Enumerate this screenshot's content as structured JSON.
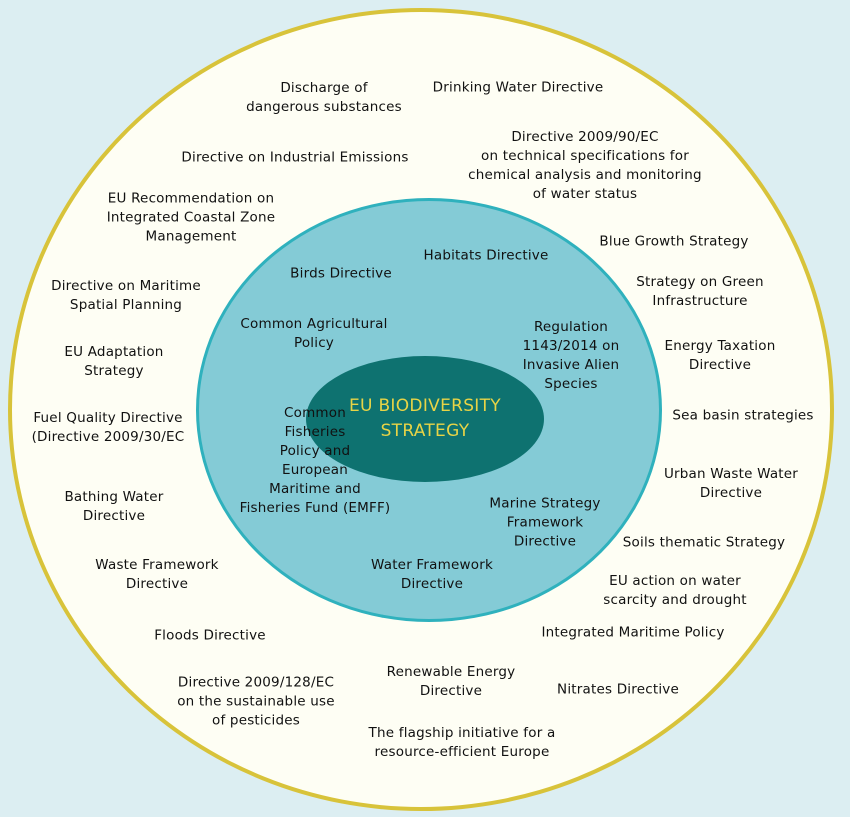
{
  "center": {
    "lines": [
      "EU BIODIVERSITY",
      "STRATEGY"
    ],
    "text_color": "#e8d446",
    "fill": "#0e7270"
  },
  "inner_ring": {
    "fill": "#84cbd6",
    "border": "#2fb1bd",
    "items": [
      {
        "lines": [
          "Birds Directive"
        ]
      },
      {
        "lines": [
          "Habitats Directive"
        ]
      },
      {
        "lines": [
          "Common Agricultural",
          "Policy"
        ]
      },
      {
        "lines": [
          "Regulation",
          "1143/2014 on",
          "Invasive Alien",
          "Species"
        ]
      },
      {
        "lines": [
          "Common",
          "Fisheries",
          "Policy and",
          "European",
          "Maritime and",
          "Fisheries Fund (EMFF)"
        ]
      },
      {
        "lines": [
          "Marine Strategy",
          "Framework",
          "Directive"
        ]
      },
      {
        "lines": [
          "Water Framework",
          "Directive"
        ]
      }
    ]
  },
  "outer_ring": {
    "fill": "#fefef4",
    "border": "#d8c33a",
    "items": [
      {
        "lines": [
          "Discharge of",
          "dangerous substances"
        ]
      },
      {
        "lines": [
          "Drinking Water Directive"
        ]
      },
      {
        "lines": [
          "Directive on Industrial Emissions"
        ]
      },
      {
        "lines": [
          "Directive 2009/90/EC",
          "on technical specifications for",
          "chemical analysis and monitoring",
          "of water status"
        ]
      },
      {
        "lines": [
          "EU Recommendation on",
          "Integrated Coastal Zone",
          "Management"
        ]
      },
      {
        "lines": [
          "Blue Growth Strategy"
        ]
      },
      {
        "lines": [
          "Directive on Maritime",
          "Spatial Planning"
        ]
      },
      {
        "lines": [
          "Strategy on Green",
          "Infrastructure"
        ]
      },
      {
        "lines": [
          "EU Adaptation",
          "Strategy"
        ]
      },
      {
        "lines": [
          "Energy Taxation",
          "Directive"
        ]
      },
      {
        "lines": [
          "Fuel Quality Directive",
          "(Directive 2009/30/EC"
        ]
      },
      {
        "lines": [
          "Sea basin strategies"
        ]
      },
      {
        "lines": [
          "Bathing Water",
          "Directive"
        ]
      },
      {
        "lines": [
          "Urban Waste Water",
          "Directive"
        ]
      },
      {
        "lines": [
          "Soils thematic Strategy"
        ]
      },
      {
        "lines": [
          "Waste Framework",
          "Directive"
        ]
      },
      {
        "lines": [
          "EU action on water",
          "scarcity and drought"
        ]
      },
      {
        "lines": [
          "Floods Directive"
        ]
      },
      {
        "lines": [
          "Integrated Maritime Policy"
        ]
      },
      {
        "lines": [
          "Renewable Energy",
          "Directive"
        ]
      },
      {
        "lines": [
          "Nitrates Directive"
        ]
      },
      {
        "lines": [
          "Directive 2009/128/EC",
          "on the sustainable use",
          "of pesticides"
        ]
      },
      {
        "lines": [
          "The flagship initiative for a",
          "resource-efficient Europe"
        ]
      }
    ]
  },
  "background_color": "#dceef2"
}
